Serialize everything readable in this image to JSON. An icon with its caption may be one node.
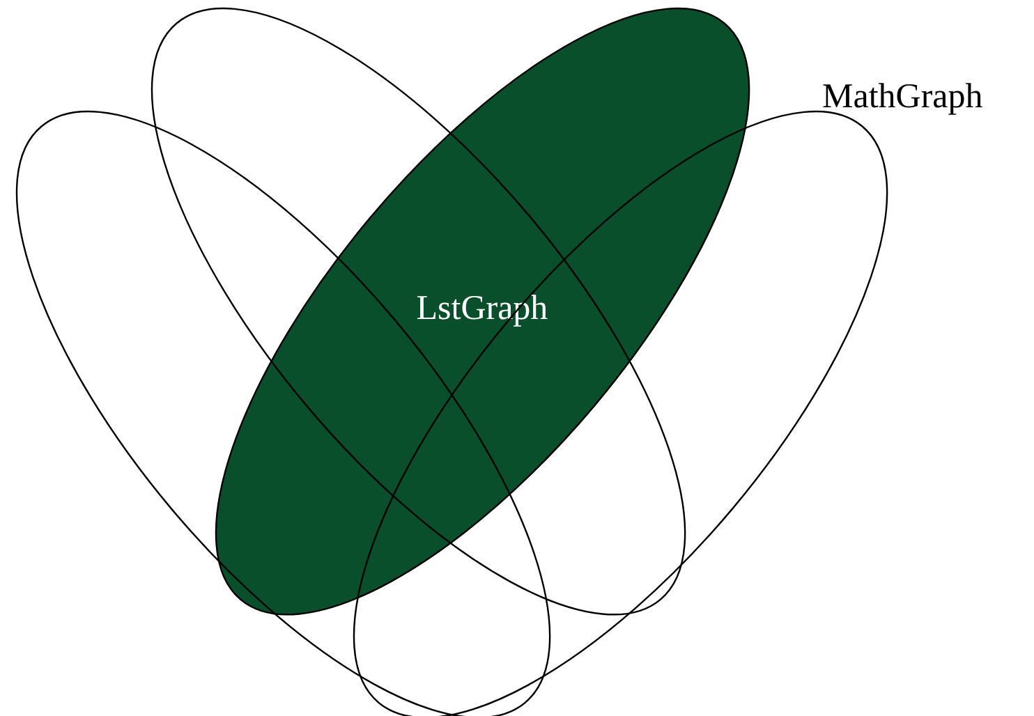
{
  "diagram": {
    "nodes": [
      {
        "text": [],
        "shape": "ellipse"
      },
      {
        "text": [],
        "shape": "ellipse"
      },
      {
        "text": [
          "LstGraph"
        ]
      },
      {
        "text": [],
        "shape": "ellipse"
      }
    ],
    "edges": [],
    "labels": [
      "MathGraph"
    ]
  }
}
